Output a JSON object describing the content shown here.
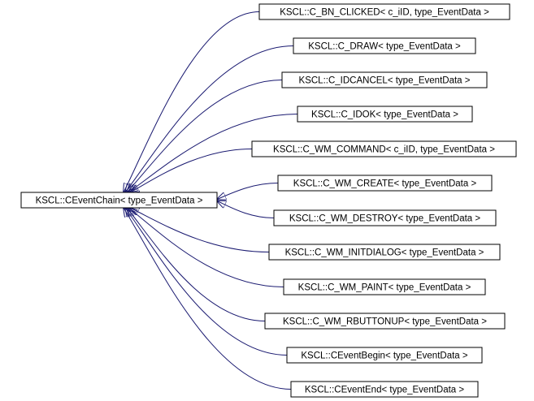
{
  "diagram": {
    "base_class": "KSCL::CEventChain< type_EventData >",
    "derived_classes": [
      "KSCL::C_BN_CLICKED< c_iID, type_EventData >",
      "KSCL::C_DRAW< type_EventData >",
      "KSCL::C_IDCANCEL< type_EventData >",
      "KSCL::C_IDOK< type_EventData >",
      "KSCL::C_WM_COMMAND< c_iID, type_EventData >",
      "KSCL::C_WM_CREATE< type_EventData >",
      "KSCL::C_WM_DESTROY< type_EventData >",
      "KSCL::C_WM_INITDIALOG< type_EventData >",
      "KSCL::C_WM_PAINT< type_EventData >",
      "KSCL::C_WM_RBUTTONUP< type_EventData >",
      "KSCL::CEventBegin< type_EventData >",
      "KSCL::CEventEnd< type_EventData >"
    ],
    "colors": {
      "edge": "#191970",
      "node_border": "#000000",
      "node_fill": "#ffffff",
      "text": "#000000"
    }
  }
}
